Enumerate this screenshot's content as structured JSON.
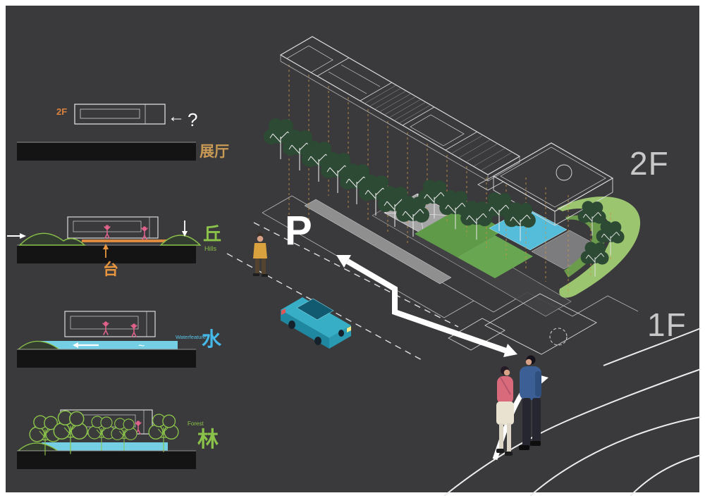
{
  "colors": {
    "background": "#3a3a3c",
    "frame": "#ffffff",
    "accent_orange": "#e8953f",
    "guide_orange": "#cf8f45",
    "tan": "#c99a55",
    "green": "#8bc34a",
    "lawn_green": "#5e9a48",
    "ramp_green": "#9cc56f",
    "water_blue": "#74cfe4",
    "label_blue": "#45b8e8",
    "pink": "#e0628a",
    "wireframe": "#e0e0e0"
  },
  "legend": {
    "exhibition": {
      "floor": "2F",
      "label": "展厅",
      "arrow": "←",
      "question": "?"
    },
    "hills": {
      "cn": "丘",
      "en": "Hills",
      "platform": "台"
    },
    "water": {
      "cn": "水",
      "en": "Waterfeature",
      "wave": "~"
    },
    "forest": {
      "cn": "林",
      "en": "Forest"
    }
  },
  "axon": {
    "parking": "P",
    "floor_2f": "2F",
    "floor_1f": "1F"
  }
}
